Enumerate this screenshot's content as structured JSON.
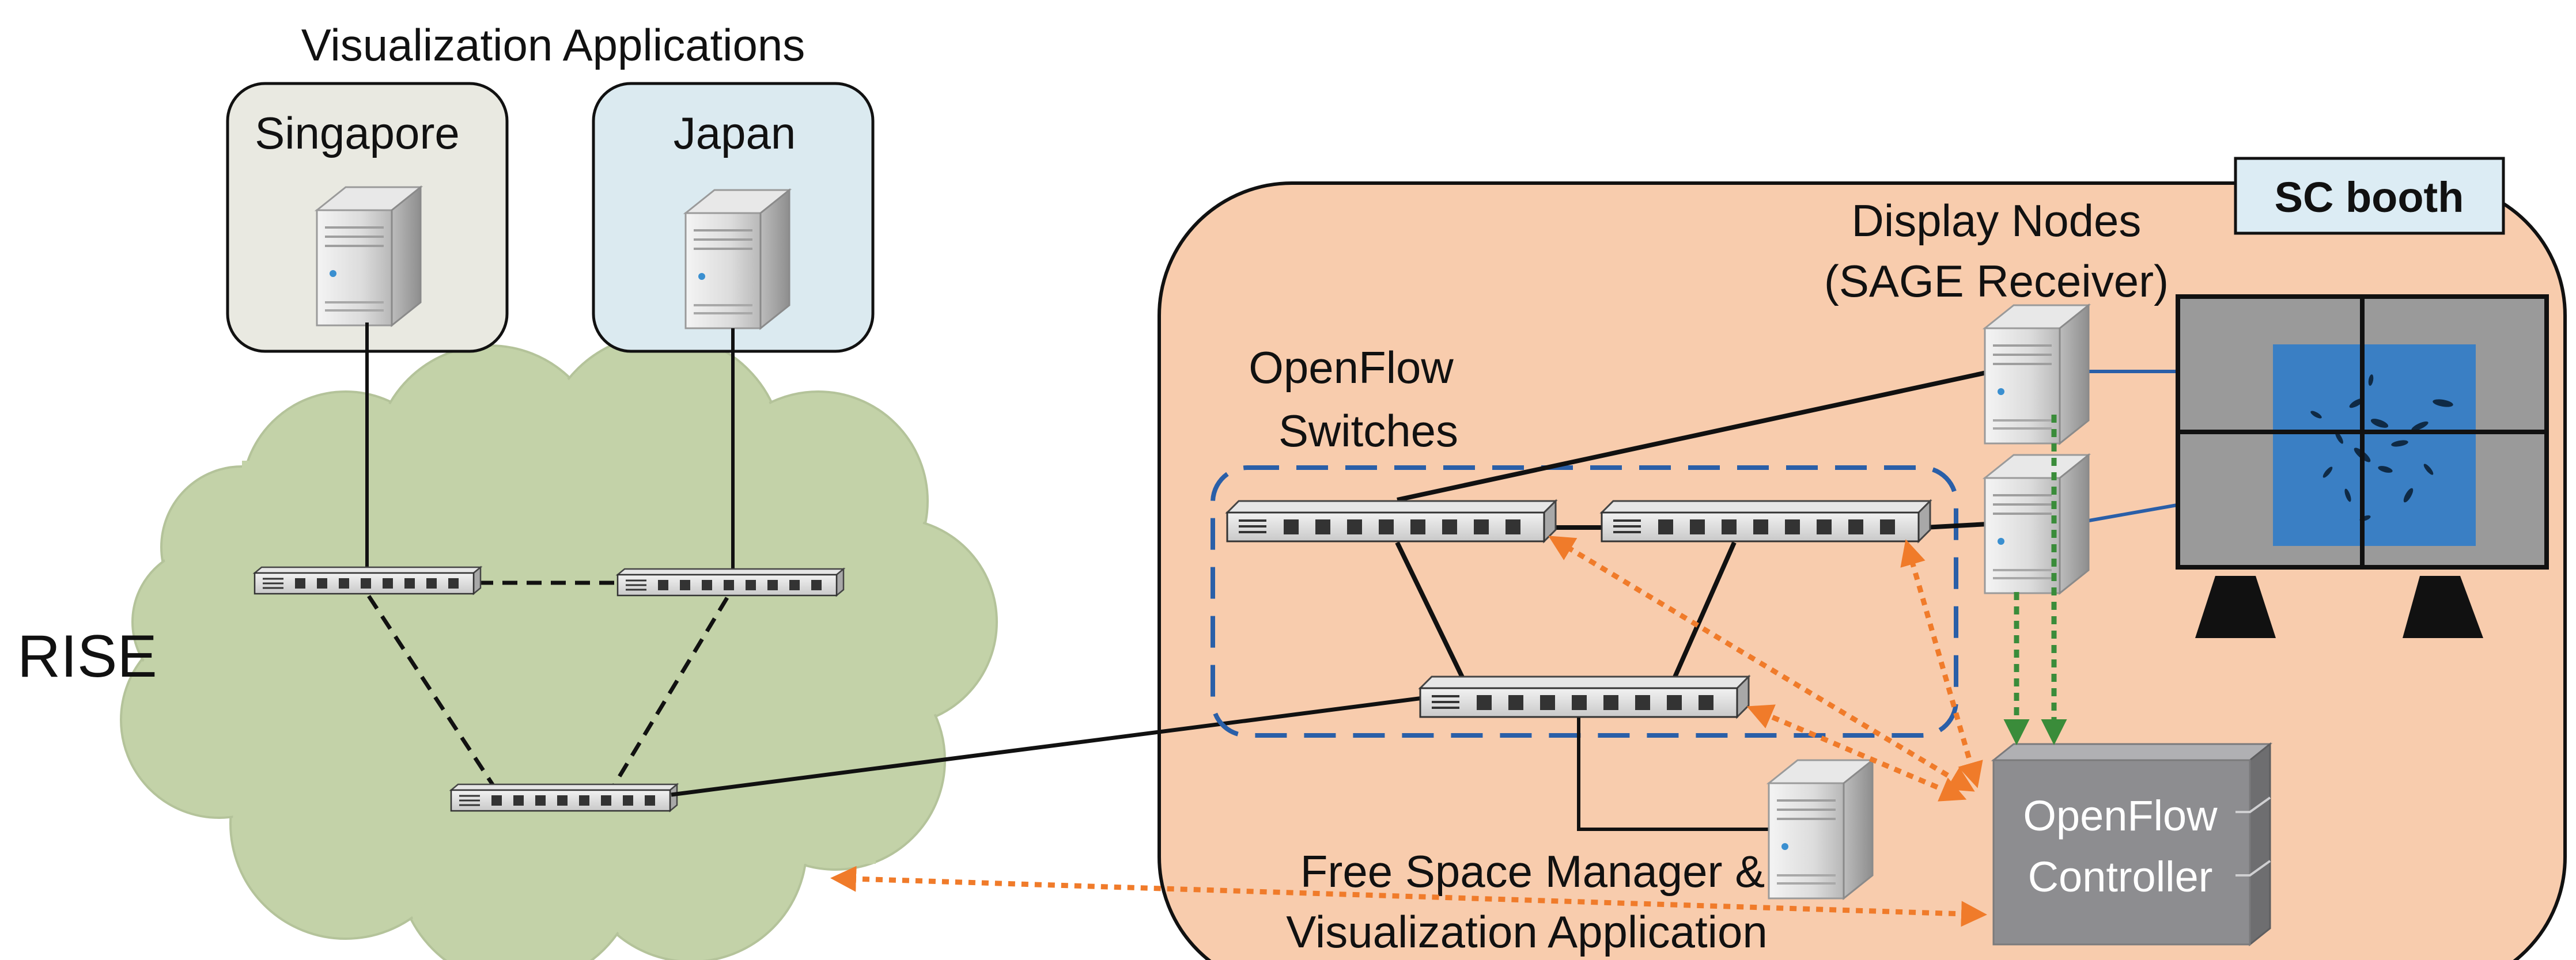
{
  "labels": {
    "visualization_applications": "Visualization Applications",
    "singapore": "Singapore",
    "japan": "Japan",
    "rise": "RISE",
    "sc_booth": "SC booth",
    "display_nodes_line1": "Display Nodes",
    "display_nodes_line2": "(SAGE Receiver)",
    "openflow_switches_line1": "OpenFlow",
    "openflow_switches_line2": "Switches",
    "free_space_manager_line1": "Free Space Manager &",
    "free_space_manager_line2": "Visualization Application",
    "openflow_controller_line1": "OpenFlow",
    "openflow_controller_line2": "Controller"
  },
  "colors": {
    "singapore_box": "#e9e9e1",
    "japan_box": "#dbeaf0",
    "cloud": "#c3d2a8",
    "sc_booth_area": "#f8ccad",
    "sc_booth_badge": "#dcecf4",
    "openflow_group_border": "#2a5fa8",
    "control_arrows": "#f07b2a",
    "display_to_controller_arrows": "#3a8c3a",
    "controller_box": "#8d8d90",
    "display_wall_frame": "#9a9a9a",
    "display_image": "#3a7fc4"
  }
}
